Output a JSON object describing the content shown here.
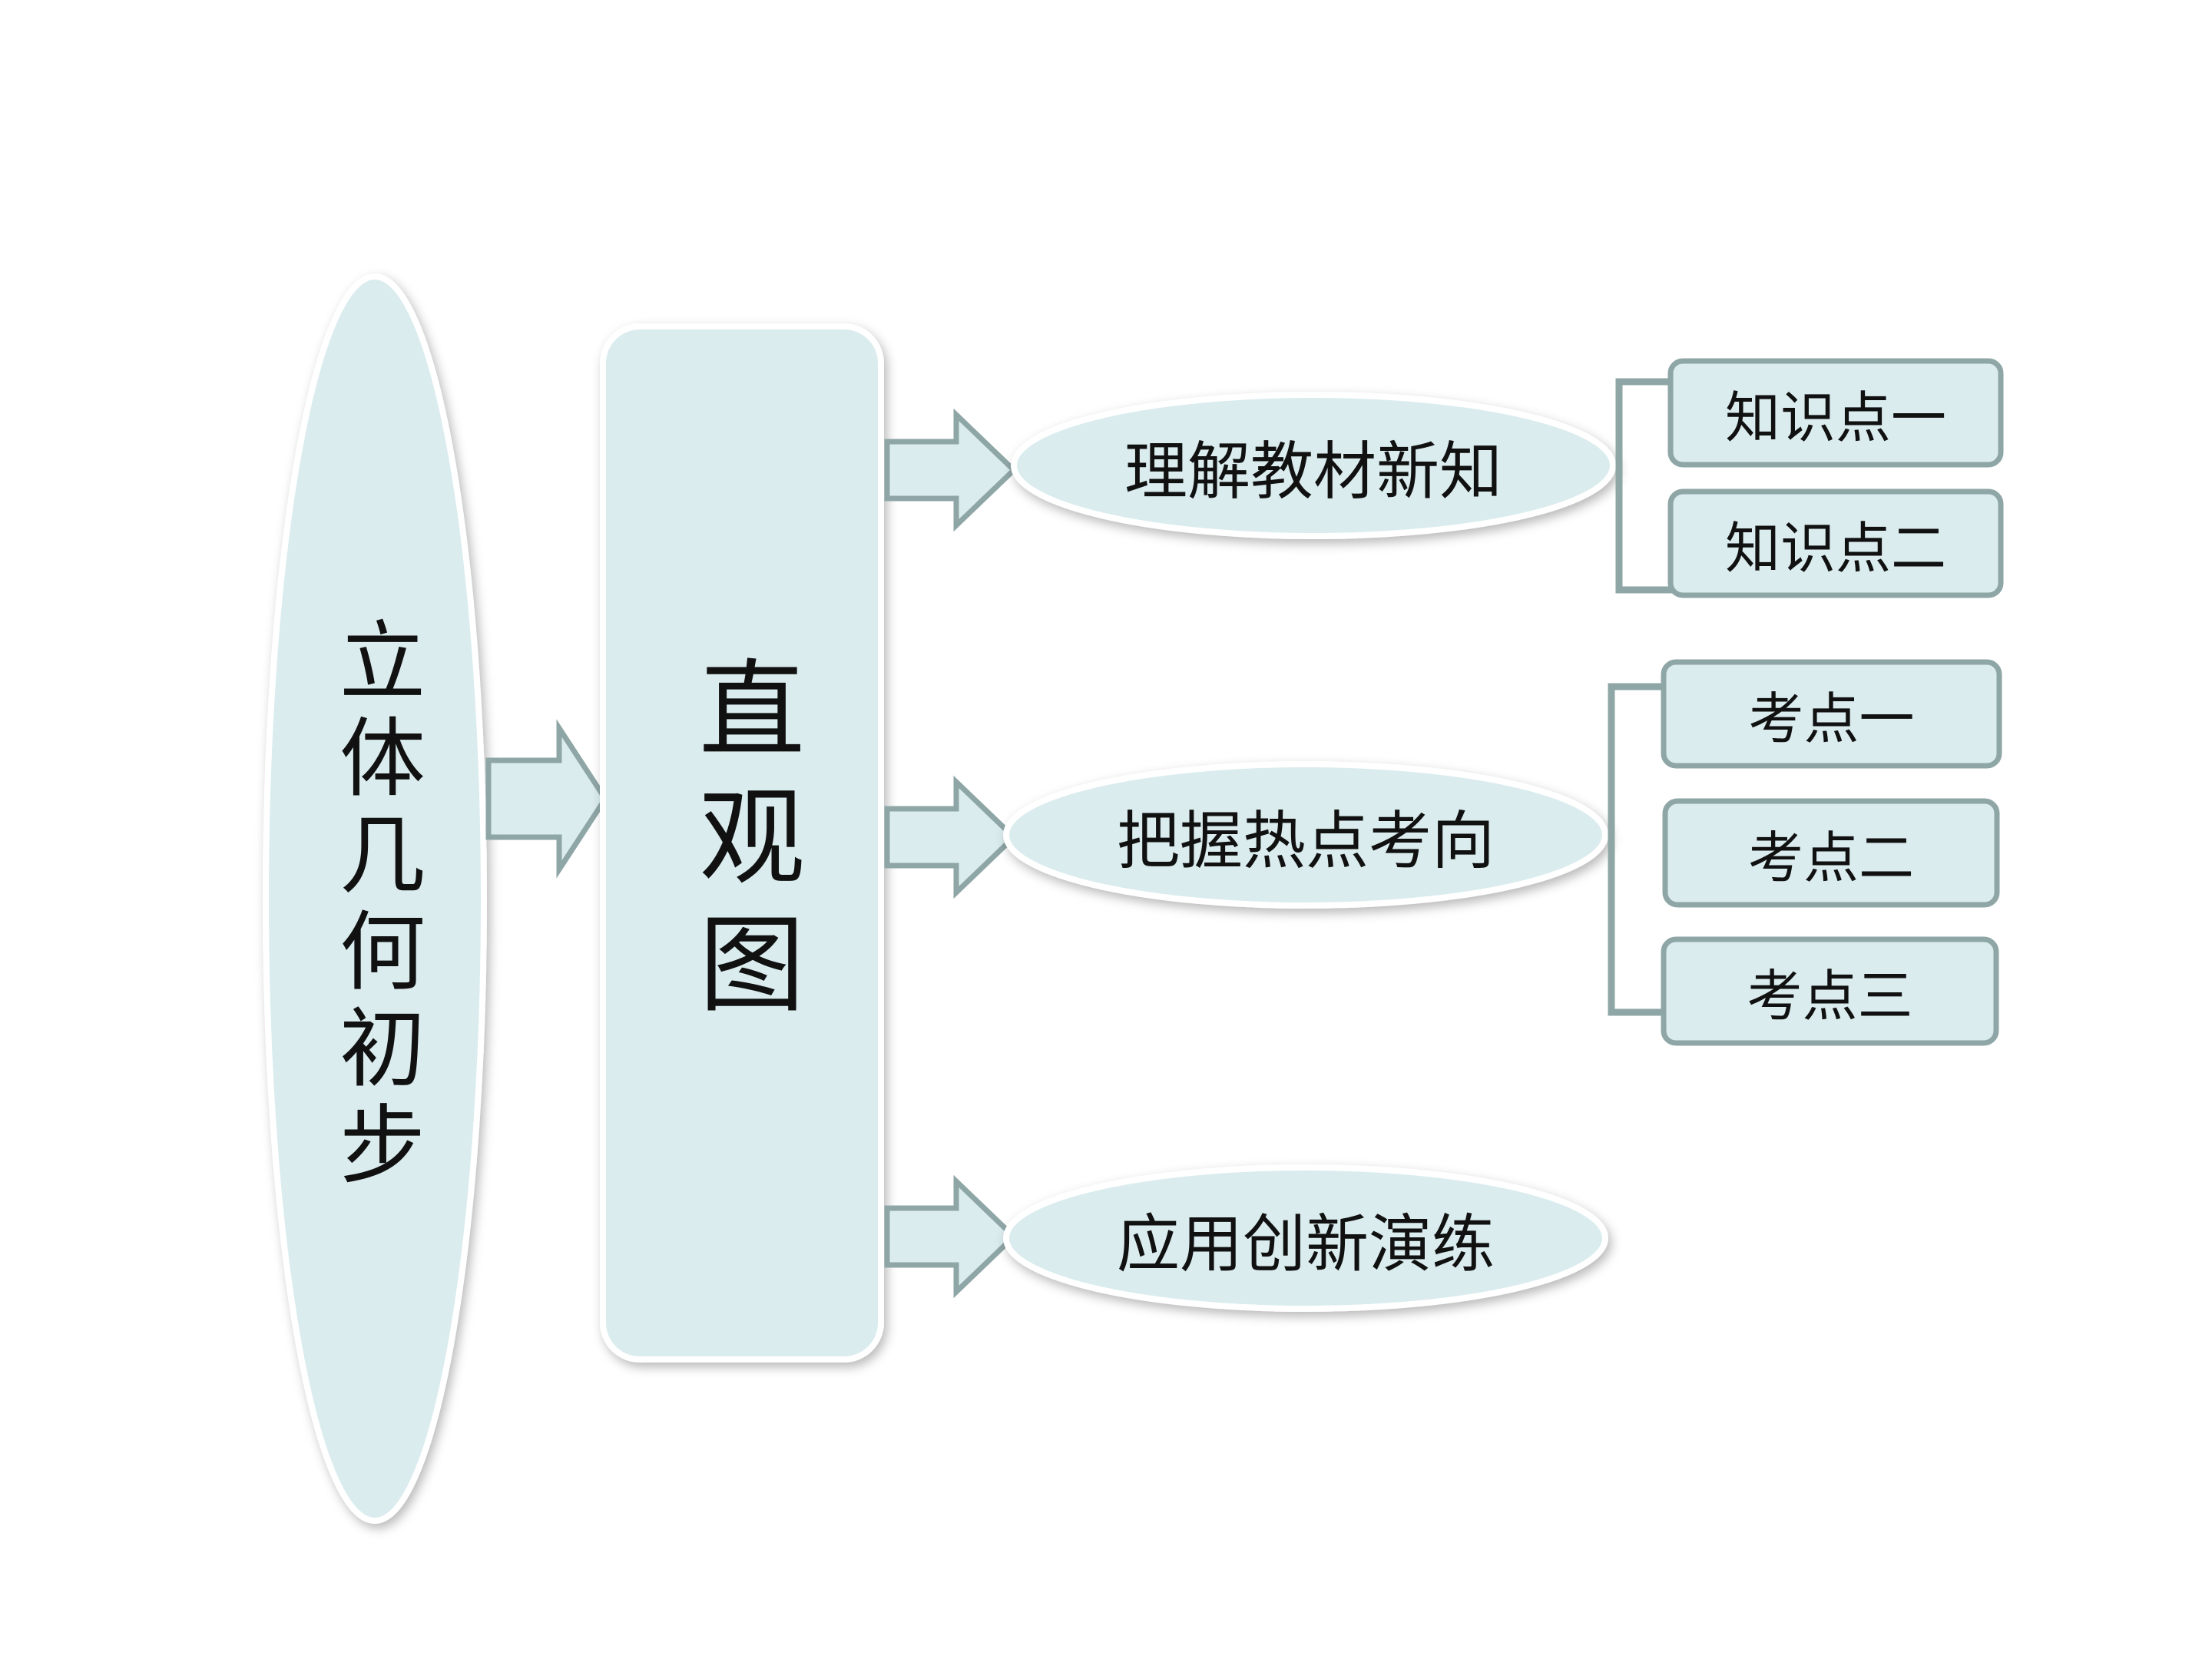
{
  "colors": {
    "fill": "#daecee",
    "stroke": "#7f9a9a",
    "background": "#ffffff",
    "text": "#111111"
  },
  "root": {
    "label": "立体几何初步"
  },
  "hub": {
    "label": "直观图"
  },
  "sections": [
    {
      "label": "理解教材新知",
      "children": [
        "知识点一",
        "知识点二"
      ]
    },
    {
      "label": "把握热点考向",
      "children": [
        "考点一",
        "考点二",
        "考点三"
      ]
    },
    {
      "label": "应用创新演练",
      "children": []
    }
  ]
}
